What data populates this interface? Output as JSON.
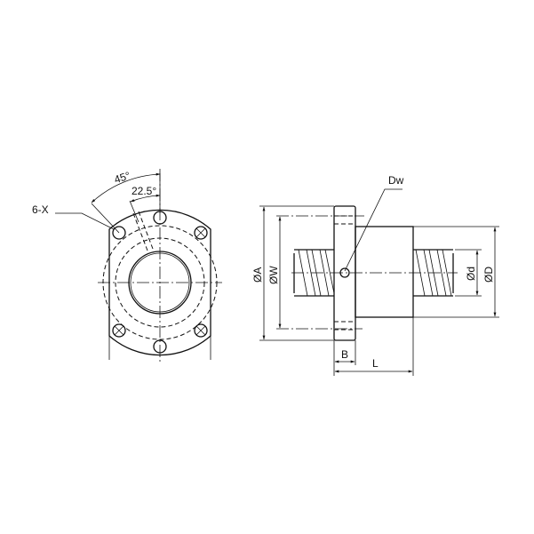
{
  "labels": {
    "holes": "6-X",
    "angle_outer": "45°",
    "angle_inner": "22.5°",
    "ball_dia": "Dw",
    "flange_dia": "ØA",
    "pcd": "ØW",
    "nut_dia": "ØD",
    "screw_dia": "Ød",
    "flange_width": "B",
    "nut_length": "L"
  }
}
